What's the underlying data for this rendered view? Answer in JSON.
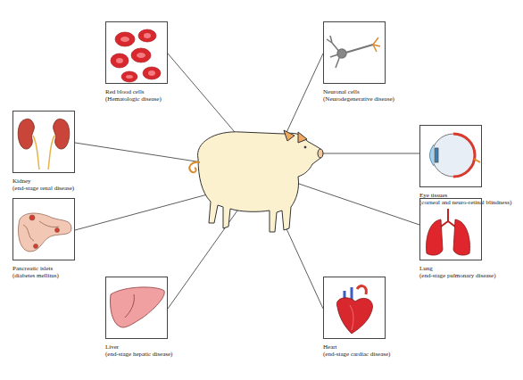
{
  "diagram": {
    "nodes": [
      {
        "text": [
          "Red blood cells",
          "(Hematologic disease)"
        ]
      },
      {
        "text": [
          "Neuronal cells",
          "(Neurodegenerative disease)"
        ]
      },
      {
        "text": [
          "Kidney",
          "(end-stage renal disease)"
        ]
      },
      {
        "text": [
          "Eye tissues",
          "(corneal and neuro-retinal blindness)"
        ]
      },
      {
        "text": [
          "Pancreatic islets",
          "(diabetes mellitus)"
        ]
      },
      {
        "text": [
          "Lung",
          "(end-stage pulmonary disease)"
        ]
      },
      {
        "text": [
          "Liver",
          "(end-stage hepatic disease)"
        ]
      },
      {
        "text": [
          "Heart",
          "(end-stage cardiac disease)"
        ]
      }
    ]
  }
}
